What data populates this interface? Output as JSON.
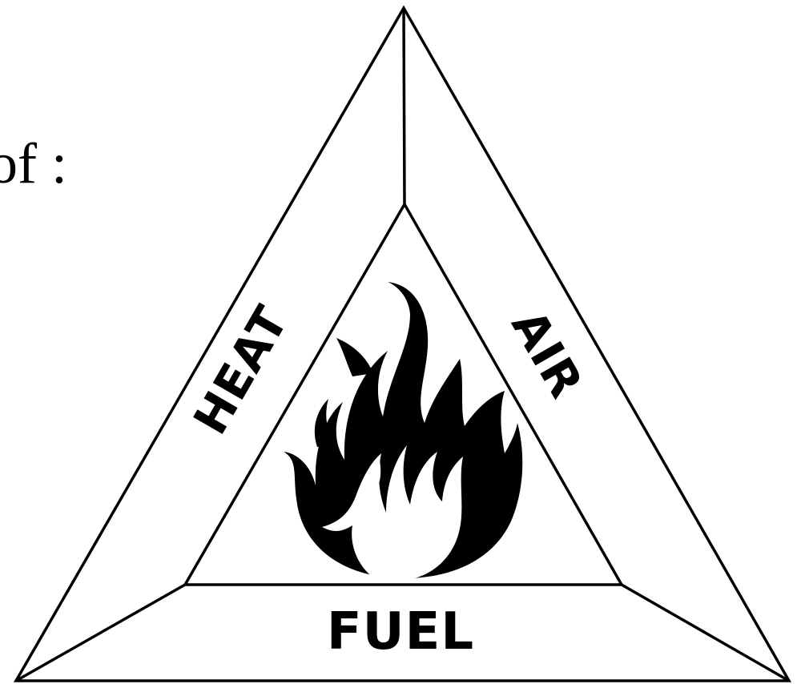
{
  "fragment_text": "of :",
  "fire_triangle": {
    "labels": {
      "left": "HEAT",
      "right": "AIR",
      "bottom": "FUEL"
    },
    "center_icon": "flame-icon"
  },
  "colors": {
    "ink": "#000000",
    "paper": "#ffffff"
  }
}
